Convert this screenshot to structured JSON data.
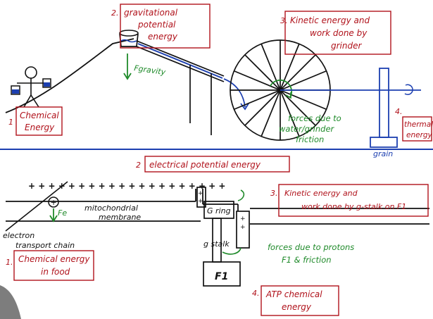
{
  "colors": {
    "ink": "#111111",
    "red": "#b0121b",
    "green": "#1f8a2a",
    "blue": "#1c3fb0"
  },
  "top": {
    "label1_num": "1",
    "label1": [
      "Chemical",
      "Energy"
    ],
    "label2_num": "2.",
    "label2": [
      "gravitational",
      "potential",
      "energy"
    ],
    "label3_num": "3.",
    "label3": [
      "Kinetic energy and",
      "work done by",
      "grinder"
    ],
    "label4_num": "4.",
    "label4": [
      "thermal",
      "energy"
    ],
    "fgravity": "Fgravity",
    "forces": [
      "forces due to",
      "water/grinder",
      "friction"
    ],
    "grain": "grain"
  },
  "middle": {
    "label2_num": "2",
    "label2": "electrical potential energy"
  },
  "bottom": {
    "plus_row": "+ + + + + + + + + + + + + + + + + + + +",
    "fe": "Fe",
    "membrane": [
      "mitochondrial",
      "membrane"
    ],
    "etc": [
      "electron",
      "transport chain"
    ],
    "grind": "G ring",
    "gstalk": "g stalk",
    "f1": "F1",
    "label3_num": "3.",
    "label3": [
      "Kinetic energy and",
      "work done by g-stalk on F1"
    ],
    "forces": [
      "forces due to protons",
      "F1 & friction"
    ],
    "label1_num": "1.",
    "label1": [
      "Chemical energy",
      "in food"
    ],
    "label4_num": "4.",
    "label4": [
      "ATP chemical",
      "energy"
    ]
  }
}
